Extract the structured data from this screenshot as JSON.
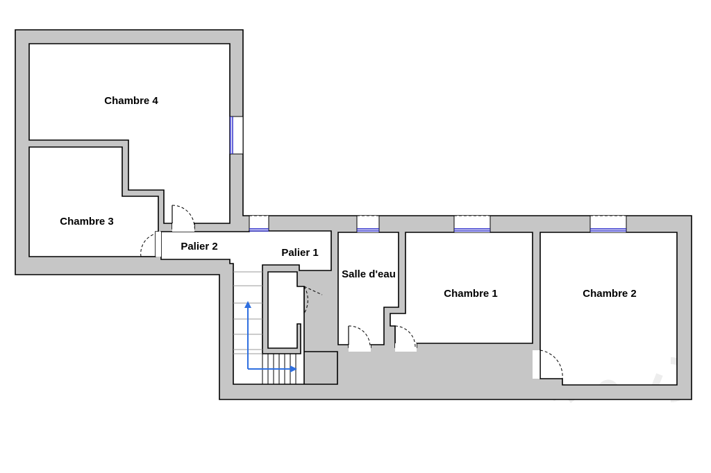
{
  "plan": {
    "rooms": [
      {
        "id": "chambre4",
        "label": "Chambre 4"
      },
      {
        "id": "chambre3",
        "label": "Chambre 3"
      },
      {
        "id": "palier2",
        "label": "Palier 2"
      },
      {
        "id": "palier1",
        "label": "Palier 1"
      },
      {
        "id": "salle_eau",
        "label": "Salle d'eau"
      },
      {
        "id": "chambre1",
        "label": "Chambre 1"
      },
      {
        "id": "chambre2",
        "label": "Chambre 2"
      }
    ]
  }
}
